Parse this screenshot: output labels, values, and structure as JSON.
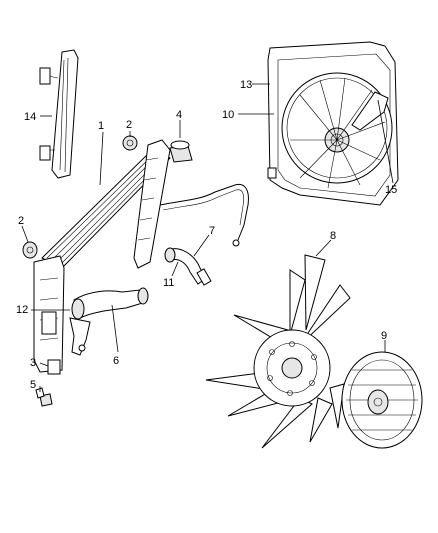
{
  "callouts": [
    {
      "key": "p1",
      "label": "1"
    },
    {
      "key": "p2a",
      "label": "2"
    },
    {
      "key": "p2b",
      "label": "2"
    },
    {
      "key": "p3",
      "label": "3"
    },
    {
      "key": "p4",
      "label": "4"
    },
    {
      "key": "p5",
      "label": "5"
    },
    {
      "key": "p6",
      "label": "6"
    },
    {
      "key": "p7",
      "label": "7"
    },
    {
      "key": "p8",
      "label": "8"
    },
    {
      "key": "p9",
      "label": "9"
    },
    {
      "key": "p10",
      "label": "10"
    },
    {
      "key": "p11",
      "label": "11"
    },
    {
      "key": "p12",
      "label": "12"
    },
    {
      "key": "p13",
      "label": "13"
    },
    {
      "key": "p14",
      "label": "14"
    },
    {
      "key": "p15",
      "label": "15"
    }
  ]
}
